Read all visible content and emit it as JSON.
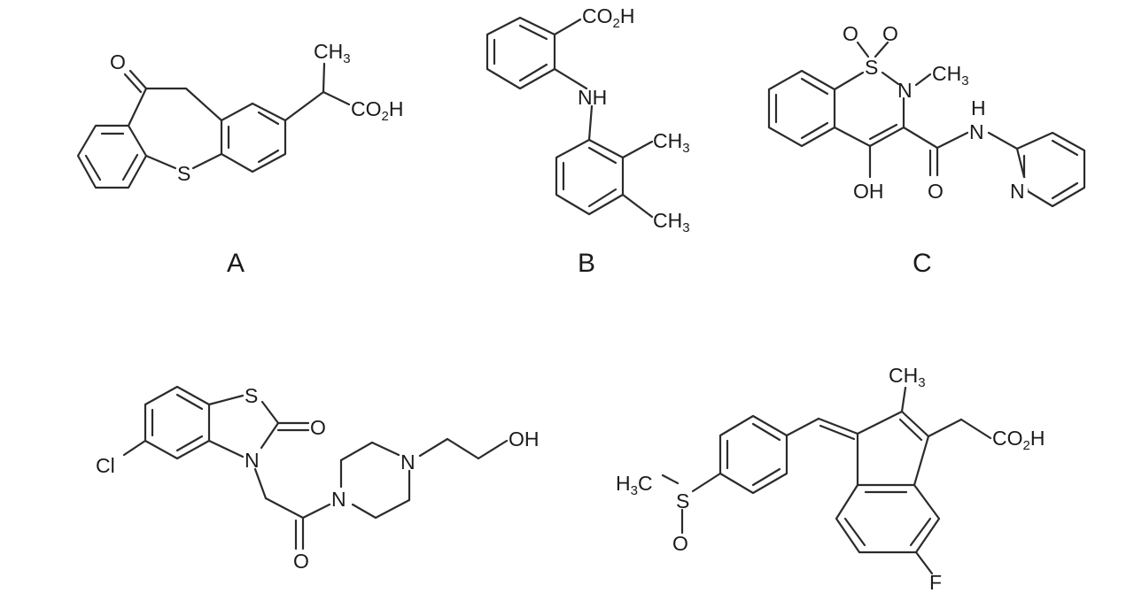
{
  "labels": {
    "a": "A",
    "b": "B",
    "c": "C"
  },
  "atoms": {
    "oxygen": "O",
    "sulfur": "S",
    "nitrogen": "N",
    "chlorine": "Cl",
    "fluorine": "F",
    "hydroxyl": "OH",
    "amine_nh": "NH",
    "hydrogen": "H",
    "co2h_prefix": "CO",
    "co2h_sub": "2",
    "co2h_suffix": "H",
    "ch3_prefix": "CH",
    "ch3_sub": "3",
    "h3c_prefix": "H",
    "h3c_sub": "3",
    "h3c_suffix": "C"
  }
}
